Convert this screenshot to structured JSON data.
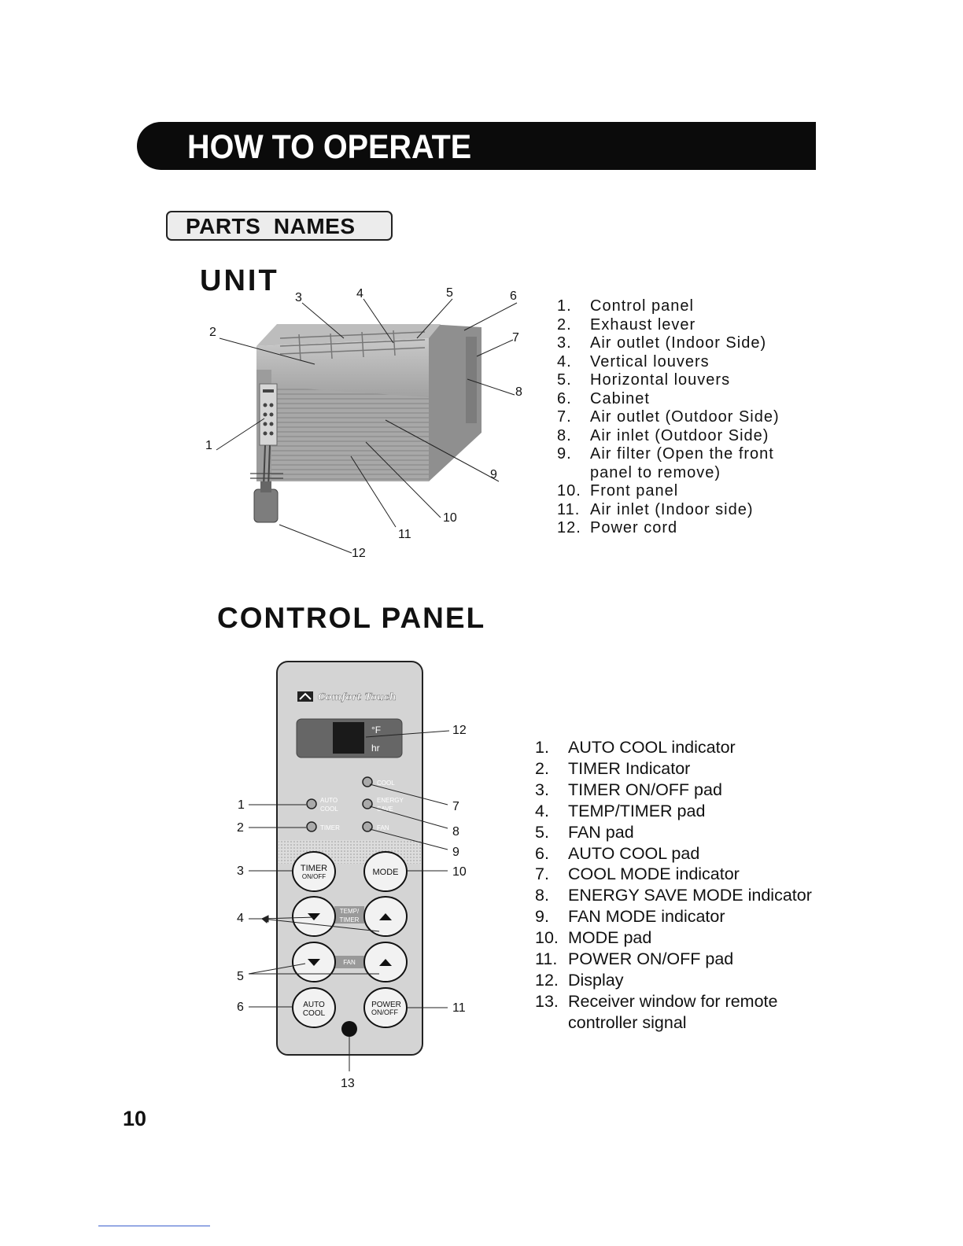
{
  "header": {
    "title": "HOW TO OPERATE"
  },
  "section": {
    "title": "PARTS  NAMES"
  },
  "unit": {
    "title": "UNIT",
    "callouts": [
      "1",
      "2",
      "3",
      "4",
      "5",
      "6",
      "7",
      "8",
      "9",
      "10",
      "11",
      "12"
    ],
    "items": [
      {
        "num": "1.",
        "text": "Control panel"
      },
      {
        "num": "2.",
        "text": "Exhaust lever"
      },
      {
        "num": "3.",
        "text": "Air outlet (Indoor Side)"
      },
      {
        "num": "4.",
        "text": "Vertical louvers"
      },
      {
        "num": "5.",
        "text": "Horizontal louvers"
      },
      {
        "num": "6.",
        "text": "Cabinet"
      },
      {
        "num": "7.",
        "text": "Air outlet (Outdoor Side)"
      },
      {
        "num": "8.",
        "text": "Air inlet (Outdoor Side)"
      },
      {
        "num": "9.",
        "text": "Air filter (Open the front"
      },
      {
        "num": "",
        "text": "panel to remove)"
      },
      {
        "num": "10.",
        "text": "Front panel"
      },
      {
        "num": "11.",
        "text": "Air inlet (Indoor side)"
      },
      {
        "num": "12.",
        "text": "Power cord"
      }
    ]
  },
  "control_panel": {
    "title": "CONTROL PANEL",
    "brand": "Comfort Touch",
    "display": {
      "unit_f": "°F",
      "unit_hr": "hr"
    },
    "indicators": {
      "cool": "COOL",
      "auto_cool_1": "AUTO",
      "auto_cool_2": "COOL",
      "energy_1": "ENERGY",
      "energy_2": "SAVE",
      "timer": "TIMER",
      "fan": "FAN"
    },
    "buttons": {
      "timer_1": "TIMER",
      "timer_2": "ON/OFF",
      "mode": "MODE",
      "temp_timer_1": "TEMP/",
      "temp_timer_2": "TIMER",
      "fan": "FAN",
      "auto_cool_1": "AUTO",
      "auto_cool_2": "COOL",
      "power_1": "POWER",
      "power_2": "ON/OFF"
    },
    "callouts": [
      "1",
      "2",
      "3",
      "4",
      "5",
      "6",
      "7",
      "8",
      "9",
      "10",
      "11",
      "12",
      "13"
    ],
    "items": [
      {
        "num": "1.",
        "text": "AUTO COOL indicator"
      },
      {
        "num": "2.",
        "text": "TIMER Indicator"
      },
      {
        "num": "3.",
        "text": "TIMER ON/OFF pad"
      },
      {
        "num": "4.",
        "text": "TEMP/TIMER pad"
      },
      {
        "num": "5.",
        "text": "FAN pad"
      },
      {
        "num": "6.",
        "text": "AUTO COOL pad"
      },
      {
        "num": "7.",
        "text": "COOL MODE indicator"
      },
      {
        "num": "8.",
        "text": "ENERGY SAVE MODE indicator"
      },
      {
        "num": "9.",
        "text": "FAN MODE indicator"
      },
      {
        "num": "10.",
        "text": "MODE pad"
      },
      {
        "num": "11.",
        "text": "POWER ON/OFF pad"
      },
      {
        "num": "12.",
        "text": "Display"
      },
      {
        "num": "13.",
        "text": "Receiver window for remote"
      },
      {
        "num": "",
        "text": "controller signal"
      }
    ]
  },
  "page_number": "10"
}
